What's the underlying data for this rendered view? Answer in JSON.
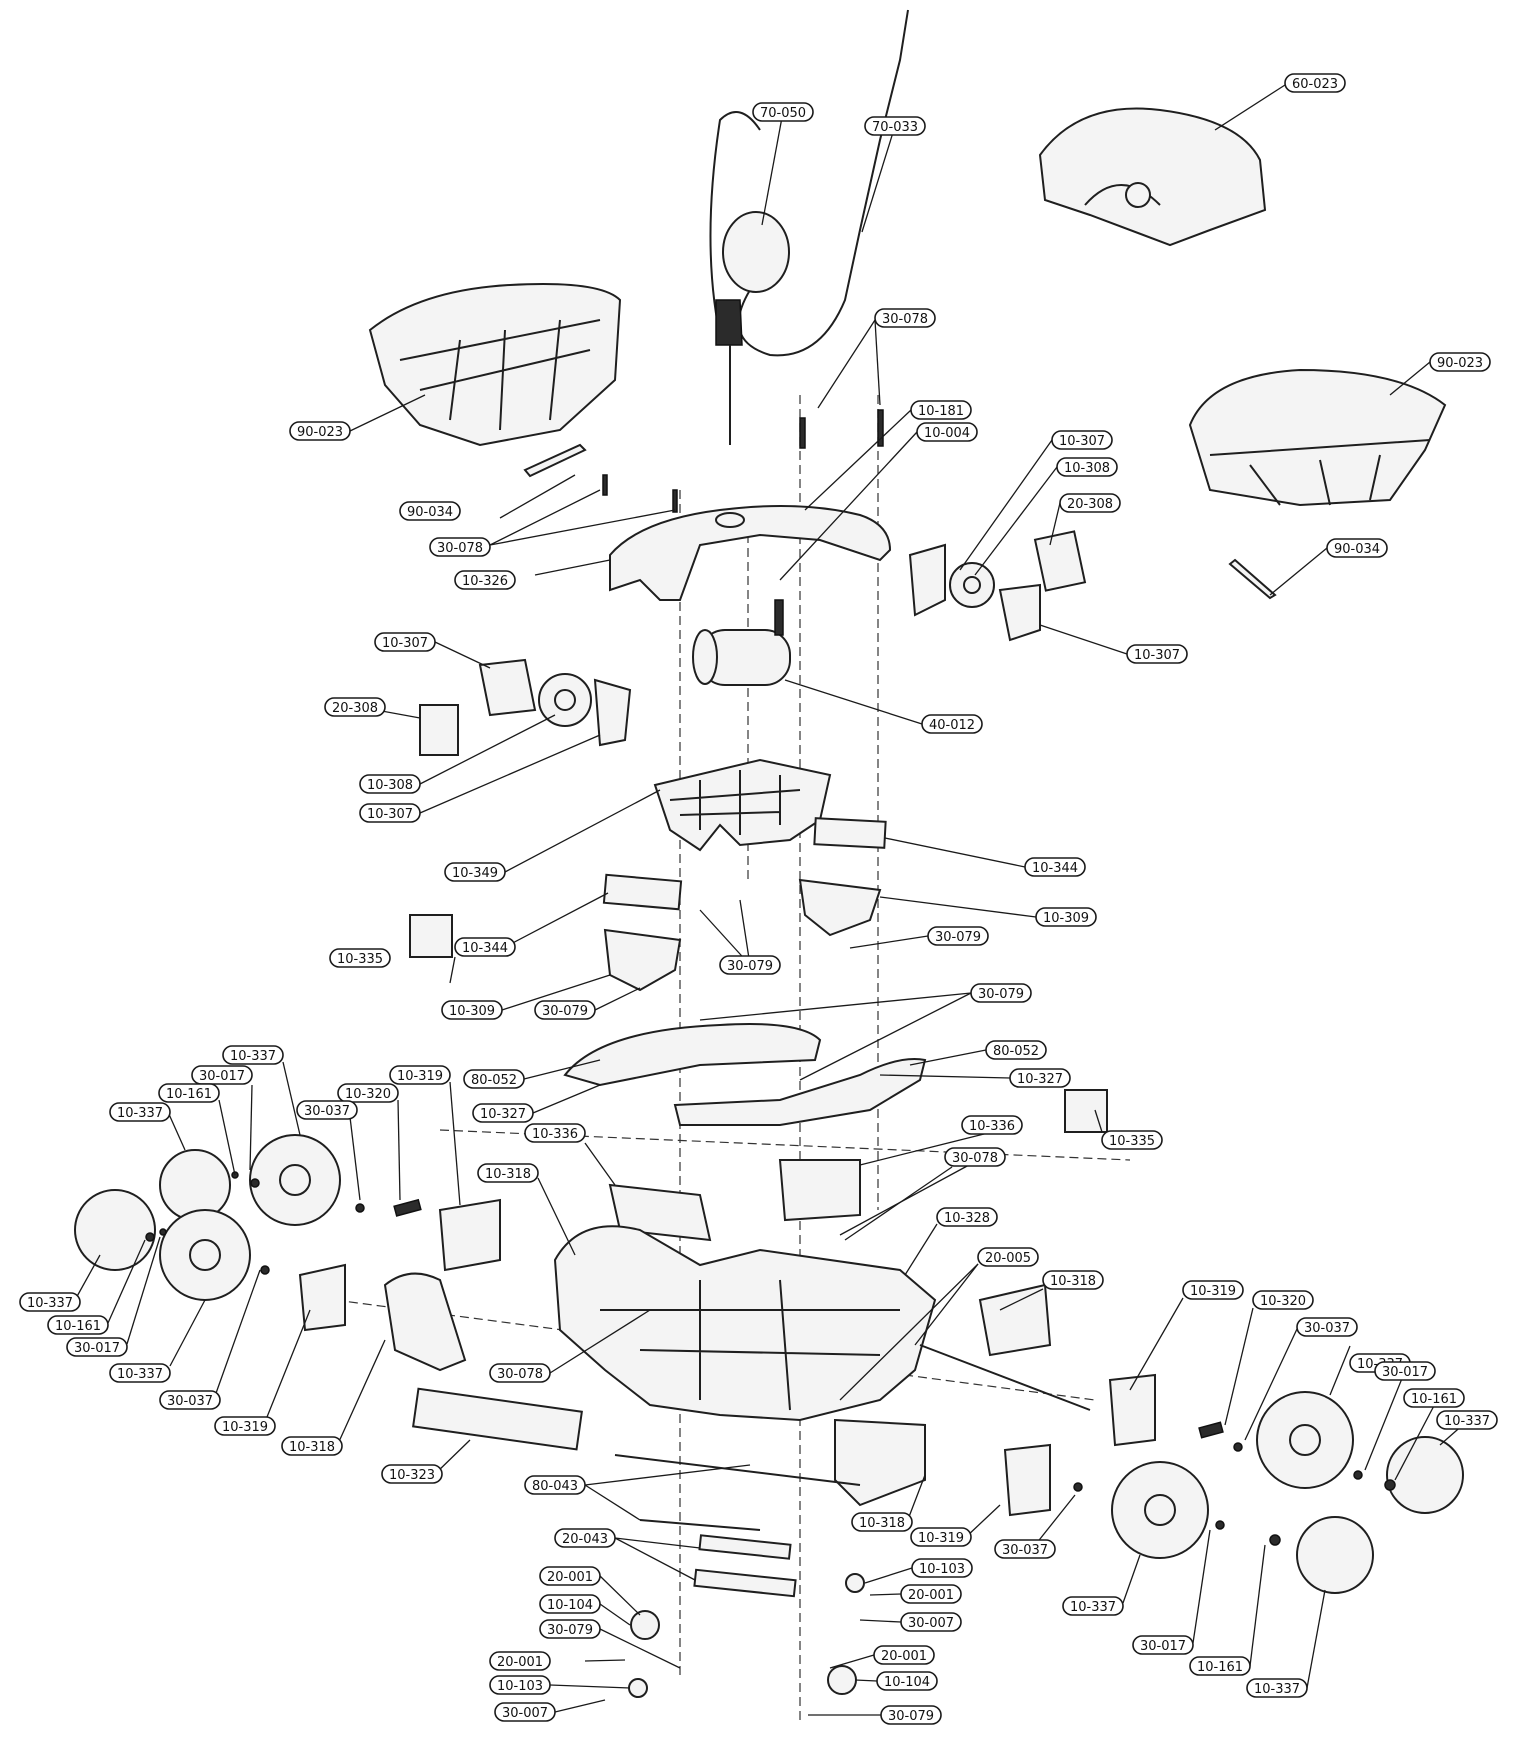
{
  "callouts": [
    {
      "key": "c0",
      "text": "70-050"
    },
    {
      "key": "c1",
      "text": "70-033"
    },
    {
      "key": "c2",
      "text": "60-023"
    },
    {
      "key": "c3",
      "text": "30-078"
    },
    {
      "key": "c4",
      "text": "90-023"
    },
    {
      "key": "c5",
      "text": "10-181"
    },
    {
      "key": "c6",
      "text": "10-004"
    },
    {
      "key": "c7",
      "text": "10-307"
    },
    {
      "key": "c8",
      "text": "10-308"
    },
    {
      "key": "c9",
      "text": "20-308"
    },
    {
      "key": "c10",
      "text": "90-023"
    },
    {
      "key": "c11",
      "text": "90-034"
    },
    {
      "key": "c12",
      "text": "30-078"
    },
    {
      "key": "c13",
      "text": "10-326"
    },
    {
      "key": "c14",
      "text": "90-034"
    },
    {
      "key": "c15",
      "text": "10-307"
    },
    {
      "key": "c16",
      "text": "10-307"
    },
    {
      "key": "c17",
      "text": "20-308"
    },
    {
      "key": "c18",
      "text": "40-012"
    },
    {
      "key": "c19",
      "text": "10-308"
    },
    {
      "key": "c20",
      "text": "10-307"
    },
    {
      "key": "c21",
      "text": "10-344"
    },
    {
      "key": "c22",
      "text": "10-349"
    },
    {
      "key": "c23",
      "text": "10-309"
    },
    {
      "key": "c24",
      "text": "30-079"
    },
    {
      "key": "c25",
      "text": "10-344"
    },
    {
      "key": "c26",
      "text": "10-335"
    },
    {
      "key": "c27",
      "text": "30-079"
    },
    {
      "key": "c28",
      "text": "10-309"
    },
    {
      "key": "c29",
      "text": "30-079"
    },
    {
      "key": "c30",
      "text": "30-079"
    },
    {
      "key": "c31",
      "text": "10-337"
    },
    {
      "key": "c32",
      "text": "80-052"
    },
    {
      "key": "c33",
      "text": "80-052"
    },
    {
      "key": "c34",
      "text": "30-017"
    },
    {
      "key": "c35",
      "text": "10-319"
    },
    {
      "key": "c36",
      "text": "10-327"
    },
    {
      "key": "c37",
      "text": "10-161"
    },
    {
      "key": "c38",
      "text": "10-320"
    },
    {
      "key": "c39",
      "text": "10-327"
    },
    {
      "key": "c40",
      "text": "10-337"
    },
    {
      "key": "c41",
      "text": "30-037"
    },
    {
      "key": "c42",
      "text": "10-336"
    },
    {
      "key": "c43",
      "text": "10-335"
    },
    {
      "key": "c44",
      "text": "10-336"
    },
    {
      "key": "c45",
      "text": "30-078"
    },
    {
      "key": "c46",
      "text": "10-318"
    },
    {
      "key": "c47",
      "text": "10-328"
    },
    {
      "key": "c48",
      "text": "20-005"
    },
    {
      "key": "c49",
      "text": "10-318"
    },
    {
      "key": "c50",
      "text": "10-319"
    },
    {
      "key": "c51",
      "text": "10-337"
    },
    {
      "key": "c52",
      "text": "10-320"
    },
    {
      "key": "c53",
      "text": "10-161"
    },
    {
      "key": "c54",
      "text": "30-037"
    },
    {
      "key": "c55",
      "text": "10-337"
    },
    {
      "key": "c56",
      "text": "30-017"
    },
    {
      "key": "c57",
      "text": "30-017"
    },
    {
      "key": "c58",
      "text": "10-161"
    },
    {
      "key": "c59",
      "text": "10-337"
    },
    {
      "key": "c60",
      "text": "30-078"
    },
    {
      "key": "c61",
      "text": "10-337"
    },
    {
      "key": "c62",
      "text": "30-037"
    },
    {
      "key": "c63",
      "text": "10-319"
    },
    {
      "key": "c64",
      "text": "10-318"
    },
    {
      "key": "c65",
      "text": "10-323"
    },
    {
      "key": "c66",
      "text": "80-043"
    },
    {
      "key": "c67",
      "text": "10-318"
    },
    {
      "key": "c68",
      "text": "10-319"
    },
    {
      "key": "c69",
      "text": "30-037"
    },
    {
      "key": "c70",
      "text": "20-043"
    },
    {
      "key": "c71",
      "text": "10-103"
    },
    {
      "key": "c72",
      "text": "20-001"
    },
    {
      "key": "c73",
      "text": "20-001"
    },
    {
      "key": "c74",
      "text": "10-337"
    },
    {
      "key": "c75",
      "text": "10-104"
    },
    {
      "key": "c76",
      "text": "30-007"
    },
    {
      "key": "c77",
      "text": "30-079"
    },
    {
      "key": "c78",
      "text": "30-017"
    },
    {
      "key": "c79",
      "text": "10-161"
    },
    {
      "key": "c80",
      "text": "20-001"
    },
    {
      "key": "c81",
      "text": "20-001"
    },
    {
      "key": "c82",
      "text": "10-104"
    },
    {
      "key": "c83",
      "text": "10-337"
    },
    {
      "key": "c84",
      "text": "10-103"
    },
    {
      "key": "c85",
      "text": "30-007"
    },
    {
      "key": "c86",
      "text": "30-079"
    }
  ]
}
